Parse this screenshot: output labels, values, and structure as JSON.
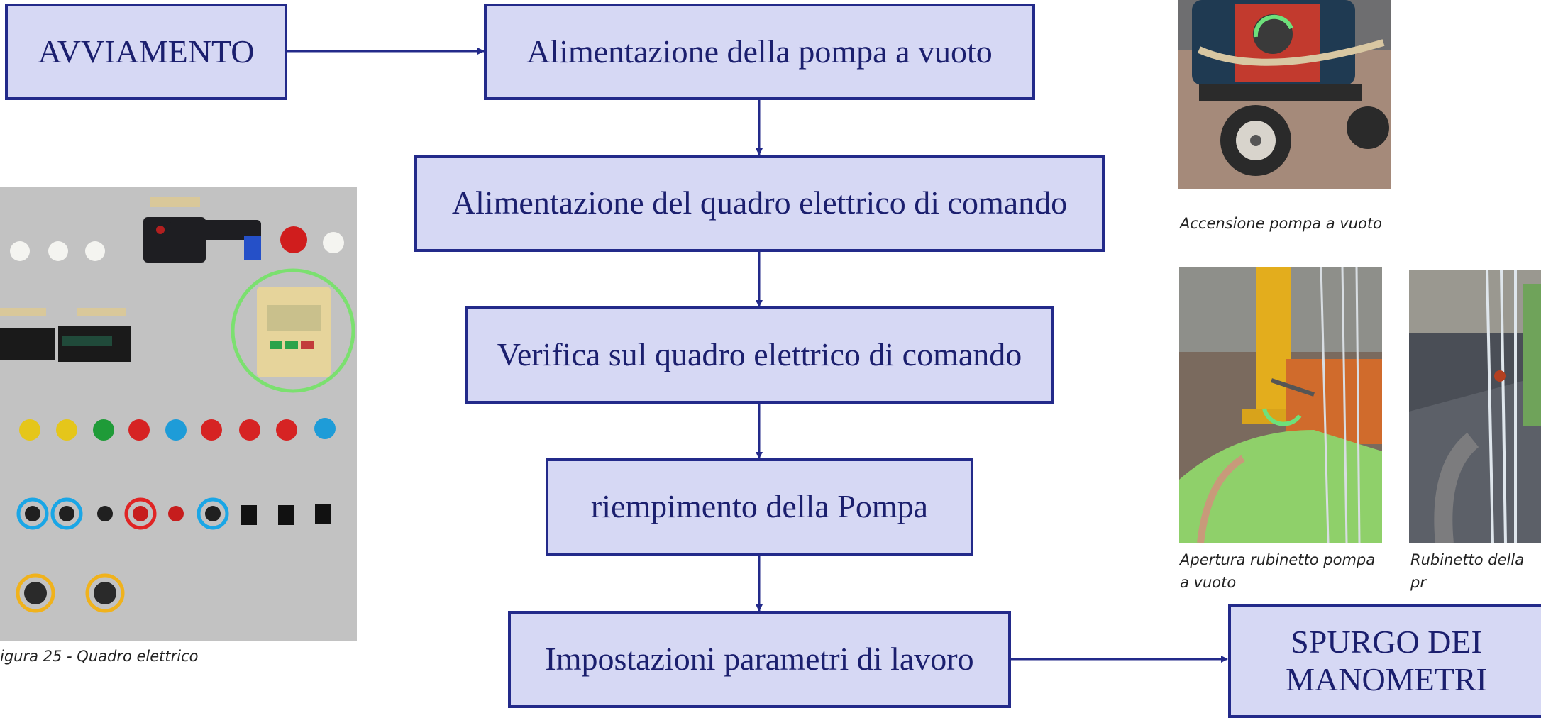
{
  "flow": {
    "start": "AVVIAMENTO",
    "steps": [
      "Alimentazione della pompa a vuoto",
      "Alimentazione del quadro elettrico di comando",
      "Verifica sul quadro elettrico di comando",
      "riempimento della Pompa",
      "Impostazioni parametri di lavoro"
    ],
    "end_line1": "SPURGO DEI",
    "end_line2": "MANOMETRI"
  },
  "photos": {
    "panel_caption": "igura 25 - Quadro elettrico",
    "pump_caption": "Accensione pompa a vuoto",
    "valve_caption_line1": "Apertura rubinetto pompa",
    "valve_caption_line2": "a vuoto",
    "pipe_caption": "Rubinetto della pr"
  },
  "colors": {
    "box_fill": "#d6d8f4",
    "box_border": "#232a8a",
    "arrow": "#232a8a"
  }
}
